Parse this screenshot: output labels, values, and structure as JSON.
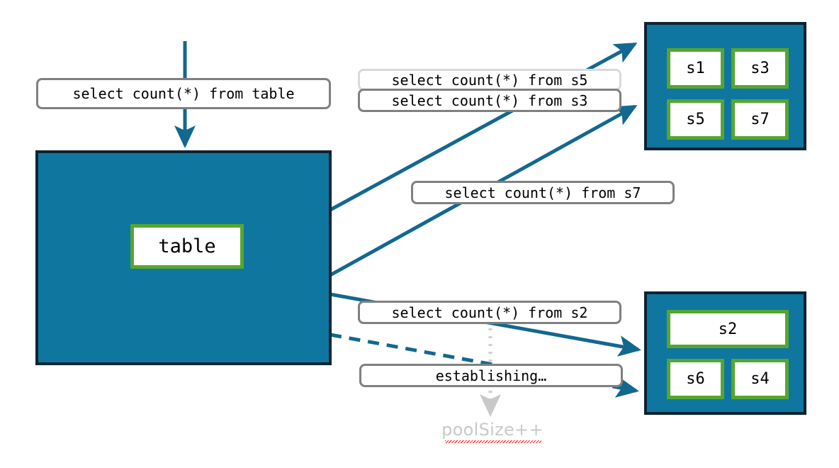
{
  "diagram": {
    "title": "connection-pool-query-routing",
    "colors": {
      "pool_fill": "#0f76a0",
      "pool_border": "#0d2330",
      "node_border": "#55a630",
      "arrow": "#12688f",
      "label_border": "#808080",
      "label_border_light": "#d9d9d9",
      "warning_text": "#c9c9c9",
      "spellcheck_underline": "#ff2a2a"
    }
  },
  "table_container": {
    "node_label": "table"
  },
  "pool_top": {
    "nodes": [
      {
        "label": "s1"
      },
      {
        "label": "s3"
      },
      {
        "label": "s5"
      },
      {
        "label": "s7"
      }
    ]
  },
  "pool_bottom": {
    "nodes": [
      {
        "label": "s2"
      },
      {
        "label": "s6"
      },
      {
        "label": "s4"
      }
    ]
  },
  "queries": {
    "root": "select count(*) from table",
    "s5": "select count(*) from s5",
    "s3": "select count(*) from s3",
    "s7": "select count(*) from s7",
    "s2": "select count(*) from s2",
    "establishing": "establishing…"
  },
  "annotations": {
    "pool_size": "poolSize++"
  }
}
